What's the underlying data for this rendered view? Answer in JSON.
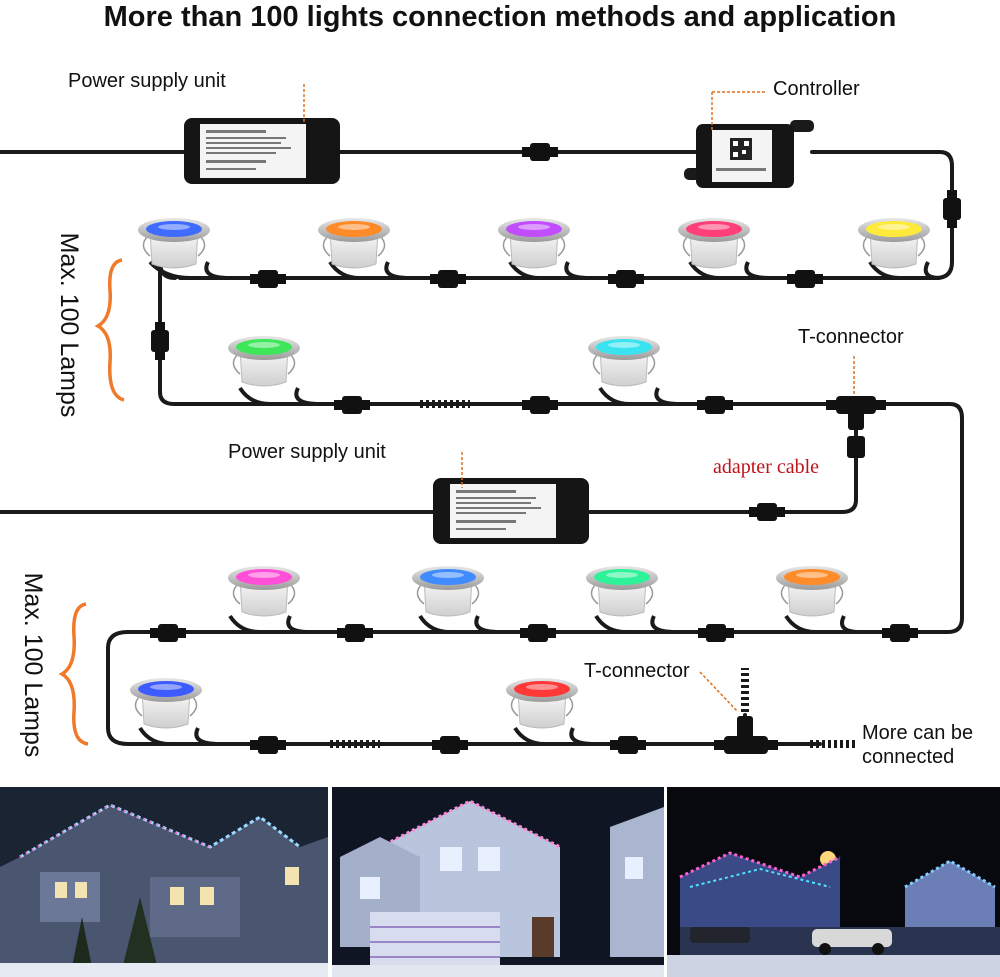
{
  "title": "More than 100 lights connection methods and application",
  "labels": {
    "power_supply_top": "Power supply unit",
    "controller": "Controller",
    "max_lamps_top": "Max. 100 Lamps",
    "t_connector_top": "T-connector",
    "power_supply_mid": "Power supply unit",
    "adapter_cable": "adapter cable",
    "max_lamps_bottom": "Max. 100 Lamps",
    "t_connector_bottom": "T-connector",
    "more_line1": "More can be",
    "more_line2": "connected"
  },
  "colors": {
    "brace": "#f07a2a",
    "callout": "#e07020",
    "adapter_text": "#c1121a",
    "cable": "#1a1a1a"
  },
  "lamp_rows": [
    {
      "row": "top-1",
      "glow": [
        "#3f6bff",
        "#ff8a2a",
        "#c24dff",
        "#ff3f78",
        "#ffe93a"
      ]
    },
    {
      "row": "top-2",
      "glow": [
        "#3ee65a",
        "#39e3f0"
      ]
    },
    {
      "row": "bottom-1",
      "glow": [
        "#ff4fd8",
        "#3f8bff",
        "#2ef29a",
        "#ff8c2a"
      ]
    },
    {
      "row": "bottom-2",
      "glow": [
        "#3d5bff",
        "#ff3838"
      ]
    }
  ],
  "photos": [
    "house-photo-1",
    "house-photo-2",
    "house-photo-3"
  ]
}
